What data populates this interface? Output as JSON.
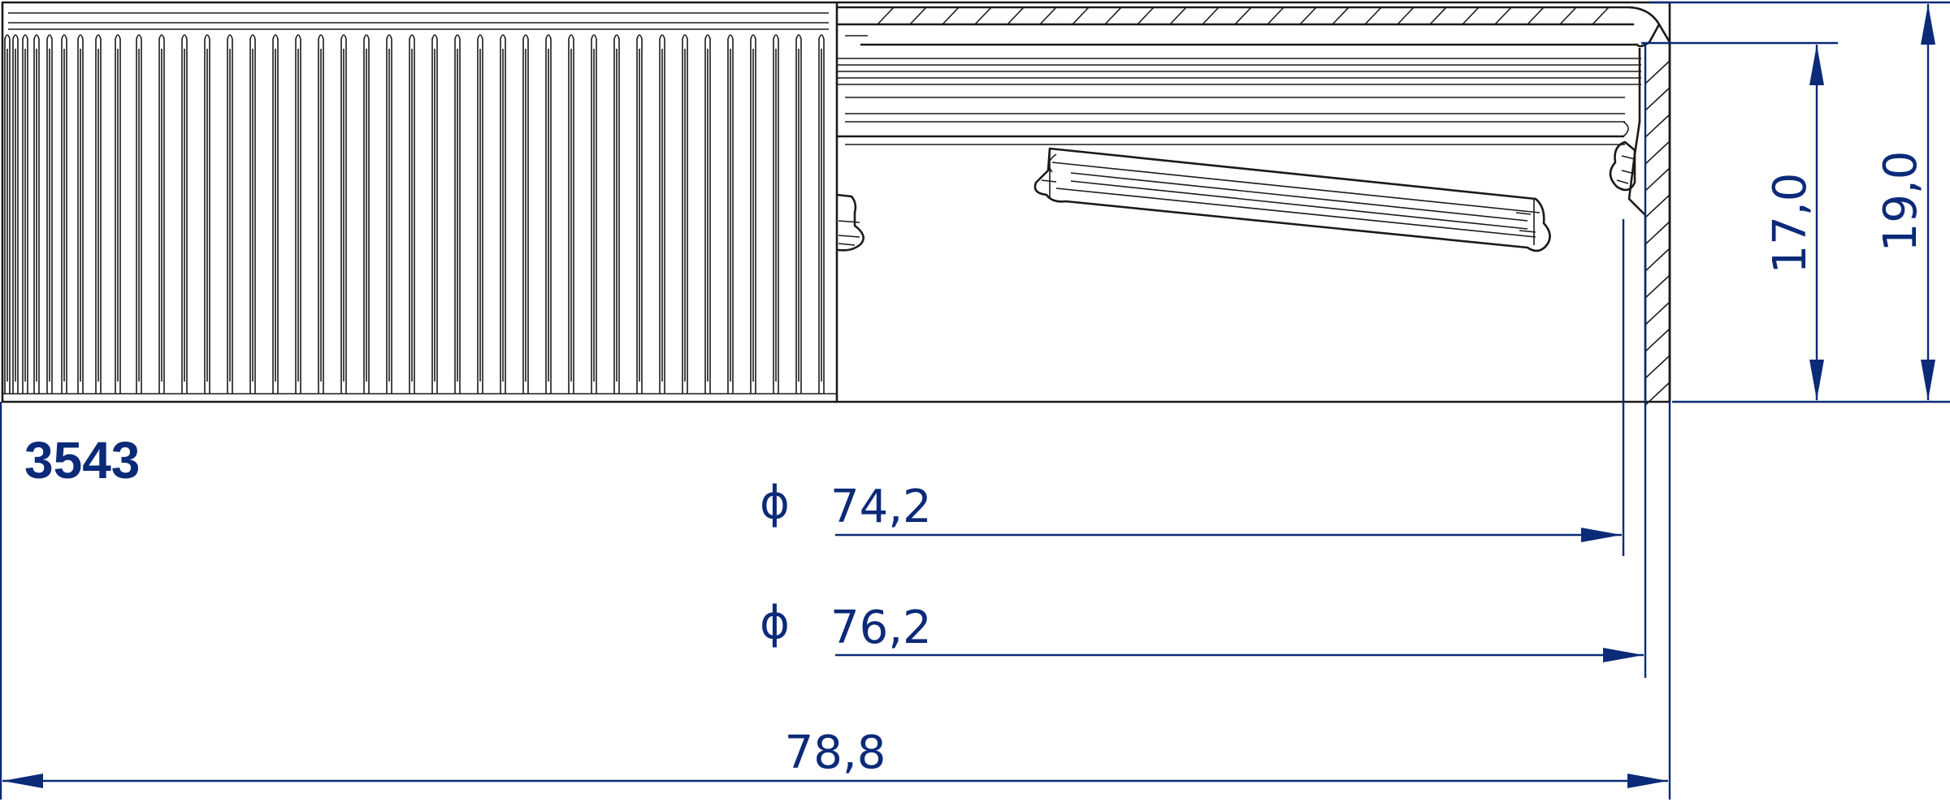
{
  "part_number": "3543",
  "dimensions": {
    "inner_diameter": {
      "symbol": "ϕ",
      "value": "74,2"
    },
    "thread_diameter": {
      "symbol": "ϕ",
      "value": "76,2"
    },
    "outer_diameter": {
      "value": "78,8"
    },
    "thread_height": {
      "value": "17,0"
    },
    "total_height": {
      "value": "19,0"
    }
  },
  "colors": {
    "dimension": "#0b2a78",
    "outline": "#1a1a1a"
  }
}
